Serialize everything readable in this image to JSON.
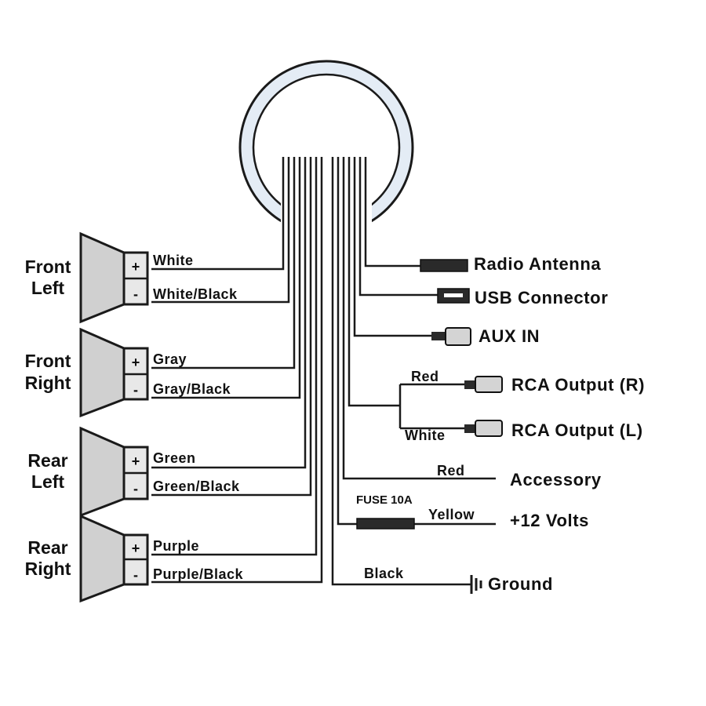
{
  "speakers": [
    {
      "name_line1": "Front",
      "name_line2": "Left",
      "plus": "+",
      "minus": "-",
      "wire_pos": "White",
      "wire_neg": "White/Black"
    },
    {
      "name_line1": "Front",
      "name_line2": "Right",
      "plus": "+",
      "minus": "-",
      "wire_pos": "Gray",
      "wire_neg": "Gray/Black"
    },
    {
      "name_line1": "Rear",
      "name_line2": "Left",
      "plus": "+",
      "minus": "-",
      "wire_pos": "Green",
      "wire_neg": "Green/Black"
    },
    {
      "name_line1": "Rear",
      "name_line2": "Right",
      "plus": "+",
      "minus": "-",
      "wire_pos": "Purple",
      "wire_neg": "Purple/Black"
    }
  ],
  "connections": {
    "radio_antenna": "Radio Antenna",
    "usb_connector": "USB Connector",
    "aux_in": "AUX IN",
    "rca_r": "RCA Output (R)",
    "rca_l": "RCA Output (L)",
    "rca_r_wire": "Red",
    "rca_l_wire": "White",
    "accessory": "Accessory",
    "accessory_wire": "Red",
    "plus12": "+12 Volts",
    "plus12_wire": "Yellow",
    "fuse": "FUSE 10A",
    "ground": "Ground",
    "ground_wire": "Black"
  },
  "colors": {
    "line": "#1a1a1a",
    "head_unit_fill": "#e4ecf5",
    "speaker_fill": "#d0d0d0"
  }
}
